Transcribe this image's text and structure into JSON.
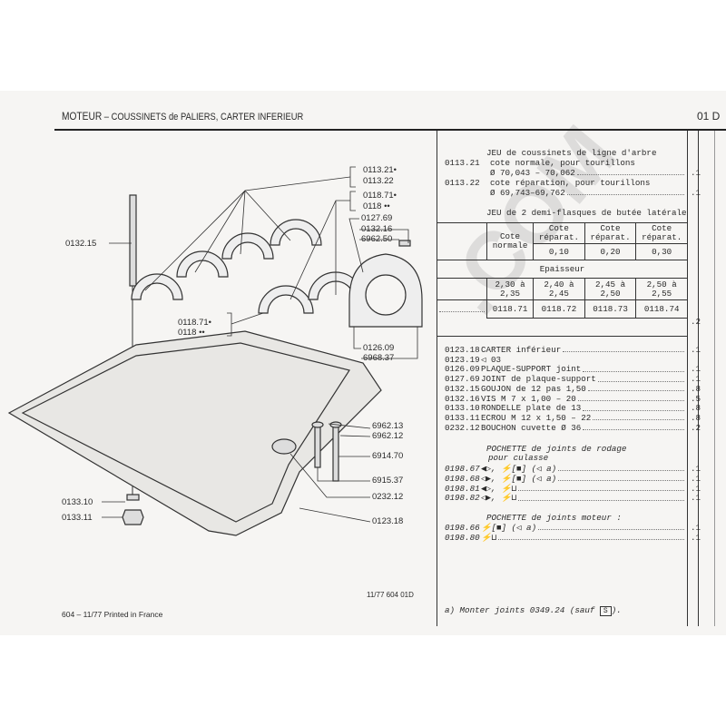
{
  "header": {
    "title_main": "MOTEUR",
    "title_sub": "– COUSSINETS de PALIERS, CARTER INFERIEUR",
    "page_ref": "01 D"
  },
  "watermark": ".COM",
  "diagram": {
    "labels": [
      "0113.21•",
      "0113.22",
      "0118.71•",
      "0118 ••",
      "0127.69",
      "0132.16",
      "6962.50",
      "0132.15",
      "0118.71•",
      "0118 ••",
      "0126.09",
      "6968.37",
      "6962.13",
      "6962.12",
      "6914.70",
      "6915.37",
      "0232.12",
      "0123.18",
      "0133.10",
      "0133.11"
    ],
    "ref": "11/77 604 01D"
  },
  "footer_left": "604 – 11/77 Printed in France",
  "bearings": {
    "title": "JEU de coussinets de ligne d'arbre",
    "items": [
      {
        "code": "0113.21",
        "line1": "cote normale, pour tourillons",
        "line2": "Ø 70,043 – 70,062",
        "qty": ".1"
      },
      {
        "code": "0113.22",
        "line1": "cote réparation, pour tourillons",
        "line2": "Ø 69,743–69,762",
        "qty": ".1"
      }
    ]
  },
  "thrust": {
    "title": "JEU de 2 demi-flasques de butée latérale",
    "col_normal": "Cote normale",
    "col_repar": "Cote réparat.",
    "repar_values": [
      "0,10",
      "0,20",
      "0,30"
    ],
    "thickness_label": "Epaisseur",
    "thickness": [
      "2,30 à 2,35",
      "2,40 à 2,45",
      "2,45 à 2,50",
      "2,50 à 2,55"
    ],
    "codes": [
      "0118.71",
      "0118.72",
      "0118.73",
      "0118.74"
    ],
    "qty": ".2"
  },
  "parts": [
    {
      "code": "0123.18",
      "label": "CARTER inférieur",
      "qty": ".1"
    },
    {
      "code": "0123.19",
      "label": "◁ 03",
      "qty": ""
    },
    {
      "code": "0126.09",
      "label": "PLAQUE-SUPPORT joint",
      "qty": ".1"
    },
    {
      "code": "0127.69",
      "label": "JOINT de plaque-support",
      "qty": ".1"
    },
    {
      "code": "0132.15",
      "label": "GOUJON de 12 pas 1,50",
      "qty": ".8"
    },
    {
      "code": "0132.16",
      "label": "VIS M 7 x 1,00 – 20",
      "qty": ".5"
    },
    {
      "code": "0133.10",
      "label": "RONDELLE plate de 13",
      "qty": ".8"
    },
    {
      "code": "0133.11",
      "label": "ECROU M 12 x 1,50 – 22",
      "qty": ".8"
    },
    {
      "code": "0232.12",
      "label": "BOUCHON cuvette Ø 36",
      "qty": ".2"
    }
  ],
  "kit_head": {
    "title1": "POCHETTE de joints de rodage",
    "title2": "pour culasse",
    "items": [
      {
        "code": "0198.67",
        "label": "◀▷, ⚡[■]  (◁ a)",
        "qty": ".1"
      },
      {
        "code": "0198.68",
        "label": "◁▶, ⚡[■]  (◁ a)",
        "qty": ".1"
      },
      {
        "code": "0198.81",
        "label": "◀▷, ⚡⊔",
        "qty": ".1"
      },
      {
        "code": "0198.82",
        "label": "◁▶, ⚡⊔",
        "qty": ".1"
      }
    ]
  },
  "kit_engine": {
    "title": "POCHETTE de joints moteur :",
    "items": [
      {
        "code": "0198.66",
        "label": "⚡[■]  (◁ a)",
        "qty": ".1"
      },
      {
        "code": "0198.80",
        "label": "⚡⊔",
        "qty": ".1"
      }
    ]
  },
  "footnote": {
    "text": "a) Monter joints 0349.24 (sauf",
    "box": "S",
    "end": ")."
  }
}
